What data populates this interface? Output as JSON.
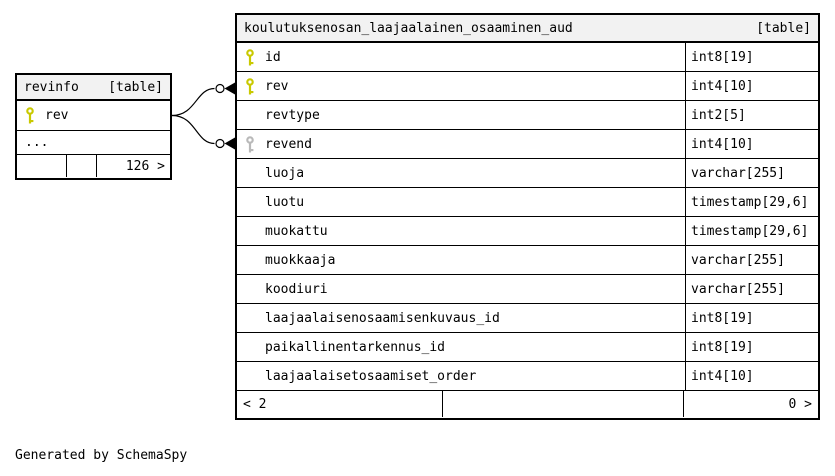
{
  "page": {
    "background": "#ffffff",
    "footer_note": "Generated by SchemaSpy"
  },
  "colors": {
    "pk_key": "#c9c900",
    "index_key": "#b9b9b9",
    "header_bg": "#f2f2f2",
    "border": "#000000",
    "row_bg": "#ffffff"
  },
  "icons": {
    "primary_key": "key-icon",
    "index_key": "key-icon",
    "prev_nav": "<",
    "next_nav": ">"
  },
  "revinfo_table": {
    "title": "revinfo",
    "title_tag": "[table]",
    "columns": [
      {
        "name": "rev",
        "key": "primary"
      }
    ],
    "ellipsis": "...",
    "footer": {
      "left": "",
      "middle": "",
      "right": "126 >"
    }
  },
  "aud_table": {
    "title": "koulutuksenosan_laajaalainen_osaaminen_aud",
    "title_tag": "[table]",
    "columns": [
      {
        "name": "id",
        "type": "int8[19]",
        "key": "primary"
      },
      {
        "name": "rev",
        "type": "int4[10]",
        "key": "primary"
      },
      {
        "name": "revtype",
        "type": "int2[5]",
        "key": "none"
      },
      {
        "name": "revend",
        "type": "int4[10]",
        "key": "index"
      },
      {
        "name": "luoja",
        "type": "varchar[255]",
        "key": "none"
      },
      {
        "name": "luotu",
        "type": "timestamp[29,6]",
        "key": "none"
      },
      {
        "name": "muokattu",
        "type": "timestamp[29,6]",
        "key": "none"
      },
      {
        "name": "muokkaaja",
        "type": "varchar[255]",
        "key": "none"
      },
      {
        "name": "koodiuri",
        "type": "varchar[255]",
        "key": "none"
      },
      {
        "name": "laajaalaisenosaamisenkuvaus_id",
        "type": "int8[19]",
        "key": "none"
      },
      {
        "name": "paikallinentarkennus_id",
        "type": "int8[19]",
        "key": "none"
      },
      {
        "name": "laajaalaisetosaamiset_order",
        "type": "int4[10]",
        "key": "none"
      }
    ],
    "footer": {
      "left": "< 2",
      "middle": "",
      "right": "0 >"
    }
  }
}
